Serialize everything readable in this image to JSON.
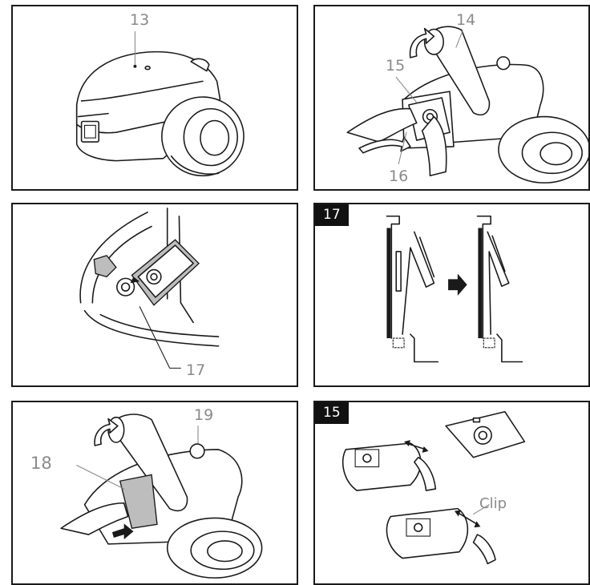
{
  "panels": {
    "p1": {
      "callouts": [
        "13"
      ]
    },
    "p2": {
      "callouts": [
        "14",
        "15",
        "16"
      ]
    },
    "p3": {
      "callouts": [
        "17"
      ]
    },
    "p4": {
      "badge": "17"
    },
    "p5": {
      "callouts": [
        "18",
        "19"
      ]
    },
    "p6": {
      "badge": "15",
      "clip_label": "Clip"
    }
  },
  "colors": {
    "line": "#1a1a1a",
    "callout_text": "#8a8a8a",
    "badge_bg": "#111111",
    "fill_grey": "#bdbdbd"
  }
}
